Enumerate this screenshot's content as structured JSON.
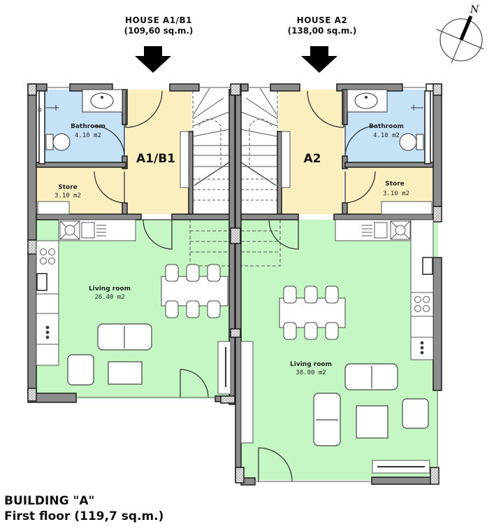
{
  "houses": [
    {
      "title": "HOUSE  A1/B1",
      "area": "(109,60 sq.m.)",
      "unit_code": "A1/B1"
    },
    {
      "title": "HOUSE  A2",
      "area": "(138,00 sq.m.)",
      "unit_code": "A2"
    }
  ],
  "rooms": {
    "a1_bathroom": {
      "name": "Bathroom",
      "area": "4.10 m2"
    },
    "a1_store": {
      "name": "Store",
      "area": "3.10 m2"
    },
    "a1_living": {
      "name": "Living room",
      "area": "26.40 m2"
    },
    "a2_bathroom": {
      "name": "Bathroom",
      "area": "4.10 m2"
    },
    "a2_store": {
      "name": "Store",
      "area": "3.10 m2"
    },
    "a2_living": {
      "name": "Living room",
      "area": "38.00 m2"
    }
  },
  "compass": {
    "label": "N"
  },
  "footer": {
    "building": "BUILDING \"A\"",
    "floor": "First floor (119,7 sq.m.)"
  },
  "colors": {
    "bathroom": "#c6e2f7",
    "hall": "#fbefc0",
    "living": "#c4f7c4",
    "wall": "#8c8c8c",
    "wall_outline": "#1a1a1a",
    "column_hatch": "#d4d4d4"
  }
}
